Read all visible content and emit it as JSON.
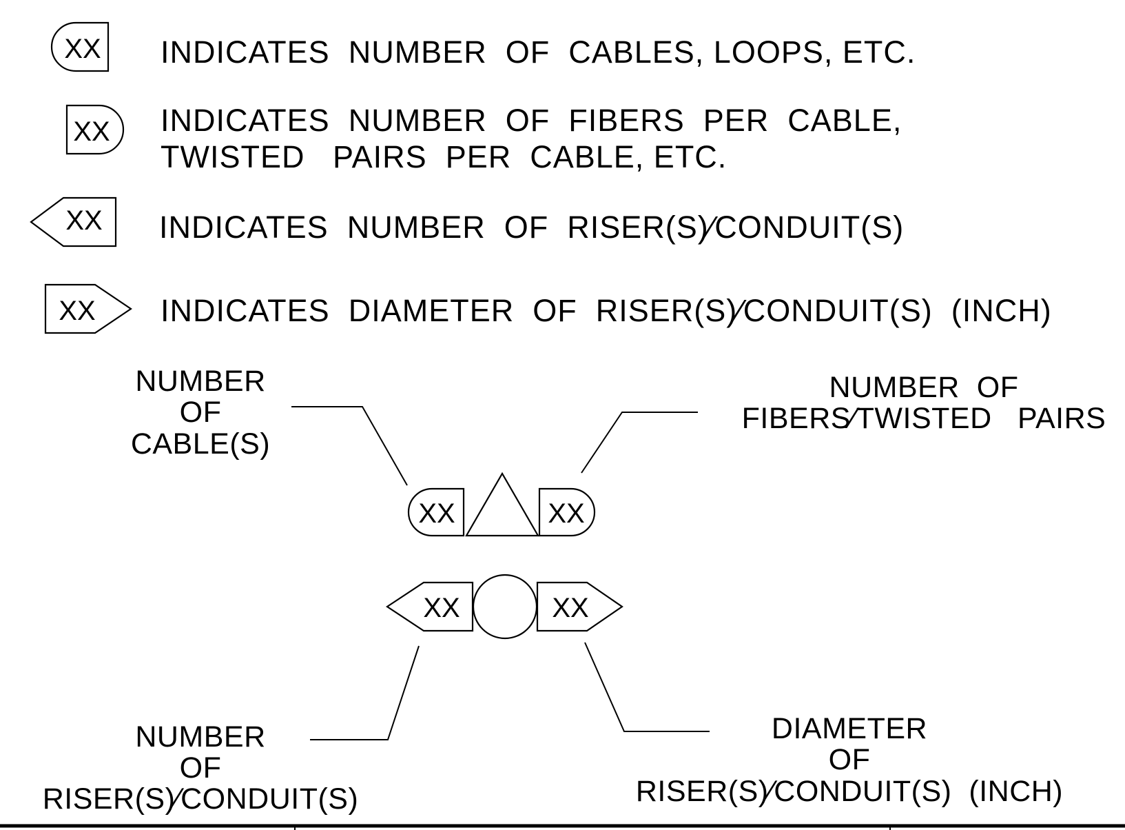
{
  "placeholder": "XX",
  "legend": [
    {
      "lines": [
        "INDICATES  NUMBER  OF  CABLES, LOOPS, ETC."
      ]
    },
    {
      "lines": [
        "INDICATES  NUMBER  OF  FIBERS  PER  CABLE,",
        "TWISTED   PAIRS  PER  CABLE, ETC."
      ]
    },
    {
      "lines": [
        "INDICATES  NUMBER  OF  RISER(S)∕CONDUIT(S)"
      ]
    },
    {
      "lines": [
        "INDICATES  DIAMETER  OF  RISER(S)∕CONDUIT(S)  (INCH)"
      ]
    }
  ],
  "labels": {
    "cables": [
      "NUMBER",
      "OF",
      "CABLE(S)"
    ],
    "fibers": [
      "NUMBER  OF",
      "FIBERS∕TWISTED   PAIRS"
    ],
    "risers": [
      "NUMBER",
      "OF",
      "RISER(S)∕CONDUIT(S)"
    ],
    "diameter": [
      "DIAMETER",
      "OF",
      "RISER(S)∕CONDUIT(S)  (INCH)"
    ]
  }
}
